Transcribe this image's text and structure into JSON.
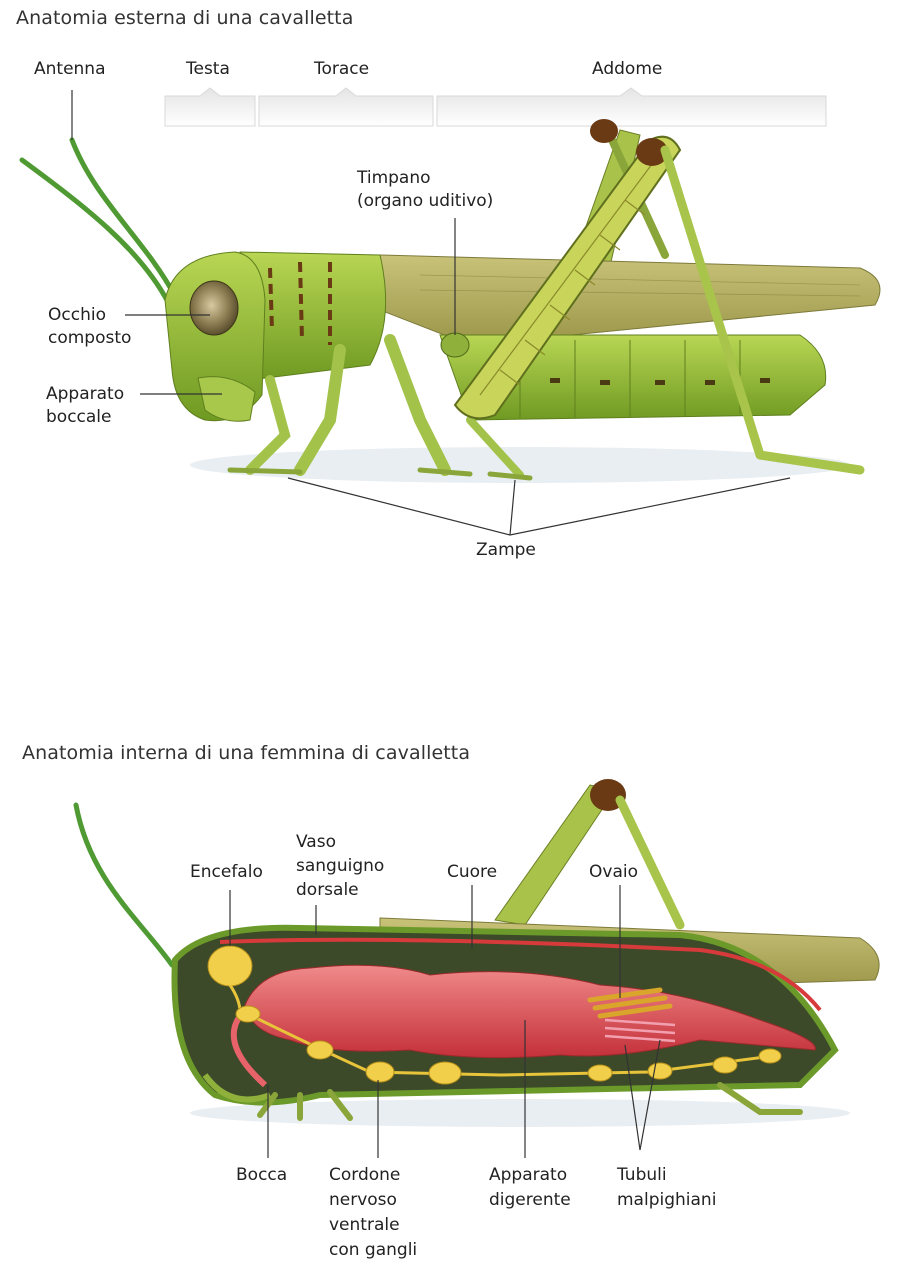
{
  "external": {
    "title": "Anatomia esterna di una cavalletta",
    "labels": {
      "antenna": "Antenna",
      "testa": "Testa",
      "torace": "Torace",
      "addome": "Addome",
      "timpano_1": "Timpano",
      "timpano_2": "(organo uditivo)",
      "occhio_1": "Occhio",
      "occhio_2": "composto",
      "apparato_1": "Apparato",
      "apparato_2": "boccale",
      "zampe": "Zampe"
    }
  },
  "internal": {
    "title": "Anatomia interna di una femmina di cavalletta",
    "labels": {
      "encefalo": "Encefalo",
      "vaso_1": "Vaso",
      "vaso_2": "sanguigno",
      "vaso_3": "dorsale",
      "cuore": "Cuore",
      "ovaio": "Ovaio",
      "bocca": "Bocca",
      "cordone_1": "Cordone",
      "cordone_2": "nervoso",
      "cordone_3": "ventrale",
      "cordone_4": "con gangli",
      "digerente_1": "Apparato",
      "digerente_2": "digerente",
      "tubuli_1": "Tubuli",
      "tubuli_2": "malpighiani"
    }
  },
  "colors": {
    "body_green": "#9cc43a",
    "wing": "#b6b163",
    "gut": "#d9424a",
    "nerve": "#e8c43a",
    "cavity": "#3c4a2a"
  }
}
